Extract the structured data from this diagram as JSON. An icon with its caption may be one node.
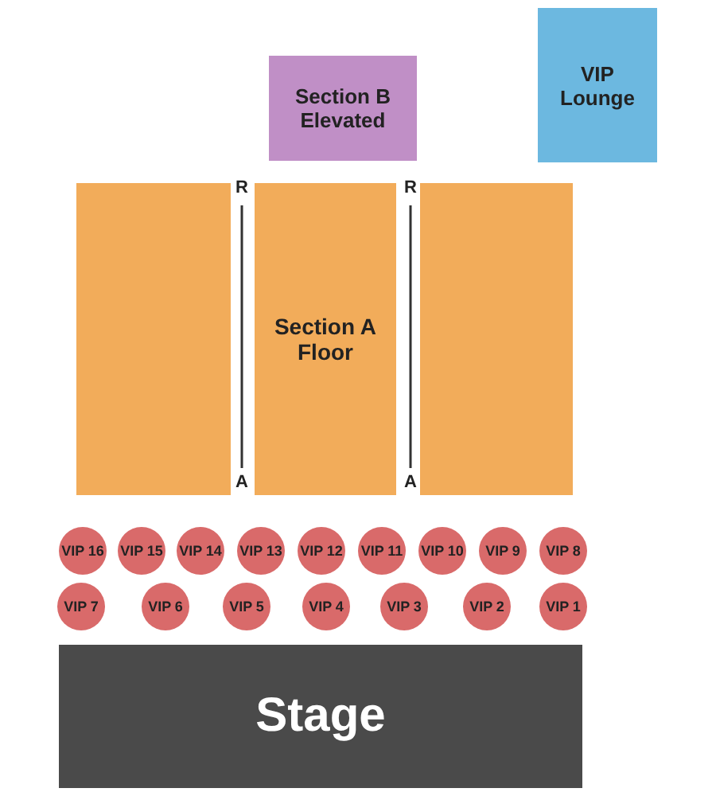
{
  "diagram": {
    "nodes": [
      {
        "text": [
          "Section B Elevated"
        ]
      },
      {
        "text": [
          "VIP Lounge"
        ]
      },
      {
        "text": [],
        "shape": "box"
      },
      {
        "text": [
          "Section A Floor"
        ]
      },
      {
        "text": [],
        "shape": "box"
      },
      {
        "text": [
          "VIP 16"
        ]
      },
      {
        "text": [
          "VIP 15"
        ]
      },
      {
        "text": [
          "VIP 14"
        ]
      },
      {
        "text": [
          "VIP 13"
        ]
      },
      {
        "text": [
          "VIP 12"
        ]
      },
      {
        "text": [
          "VIP 11"
        ]
      },
      {
        "text": [
          "VIP 10"
        ]
      },
      {
        "text": [
          "VIP 9"
        ]
      },
      {
        "text": [
          "VIP 8"
        ]
      },
      {
        "text": [
          "VIP 7"
        ]
      },
      {
        "text": [
          "VIP 6"
        ]
      },
      {
        "text": [
          "VIP 5"
        ]
      },
      {
        "text": [
          "VIP 4"
        ]
      },
      {
        "text": [
          "VIP 3"
        ]
      },
      {
        "text": [
          "VIP 2"
        ]
      },
      {
        "text": [
          "VIP 1"
        ]
      },
      {
        "text": [
          "Stage"
        ]
      }
    ],
    "edges": [],
    "labels": [
      "R",
      "R",
      "A",
      "A"
    ]
  }
}
